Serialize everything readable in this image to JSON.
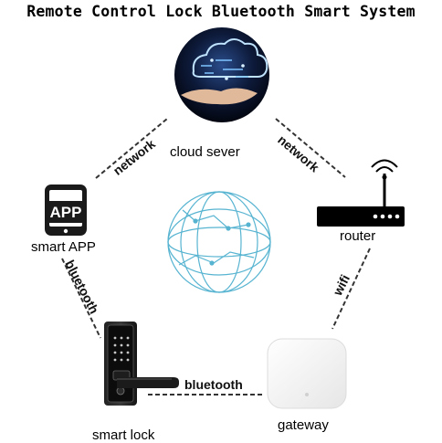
{
  "title": "Remote Control Lock Bluetooth Smart System",
  "nodes": {
    "cloud": "cloud sever",
    "app": "smart APP",
    "app_icon_text": "APP",
    "router": "router",
    "lock": "smart lock",
    "gateway": "gateway"
  },
  "edges": {
    "app_cloud": "network",
    "cloud_router": "network",
    "app_lock": "bluetooth",
    "lock_gateway": "bluetooth",
    "router_gateway": "wifi"
  }
}
